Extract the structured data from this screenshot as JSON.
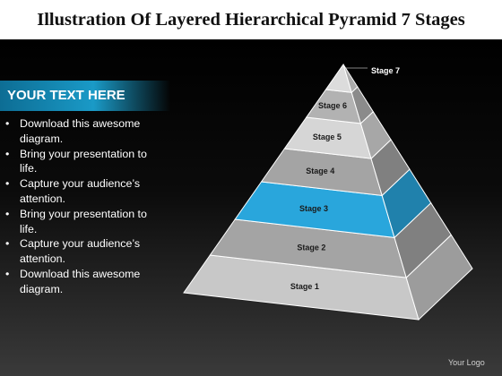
{
  "title": "Illustration Of Layered Hierarchical Pyramid 7 Stages",
  "panel": {
    "header": "YOUR TEXT HERE",
    "bullets": [
      "Download this awesome diagram.",
      "Bring your presentation to life.",
      "Capture your audience’s attention.",
      "Bring your presentation to life.",
      "Capture your audience’s attention.",
      "Download this awesome diagram."
    ]
  },
  "pyramid": {
    "levels": [
      {
        "label": "Stage 1",
        "color": "#c8c8c8"
      },
      {
        "label": "Stage 2",
        "color": "#a4a4a4"
      },
      {
        "label": "Stage 3",
        "color": "#29a6dc",
        "highlight": true
      },
      {
        "label": "Stage 4",
        "color": "#a4a4a4"
      },
      {
        "label": "Stage 5",
        "color": "#d6d6d6"
      },
      {
        "label": "Stage 6",
        "color": "#b2b2b2"
      },
      {
        "label": "Stage 7",
        "color": "#dcdcdc"
      }
    ]
  },
  "logo": "Your Logo",
  "colors": {
    "accent_blue": "#29a6dc",
    "background": "#000000",
    "title_bg": "#ffffff"
  }
}
